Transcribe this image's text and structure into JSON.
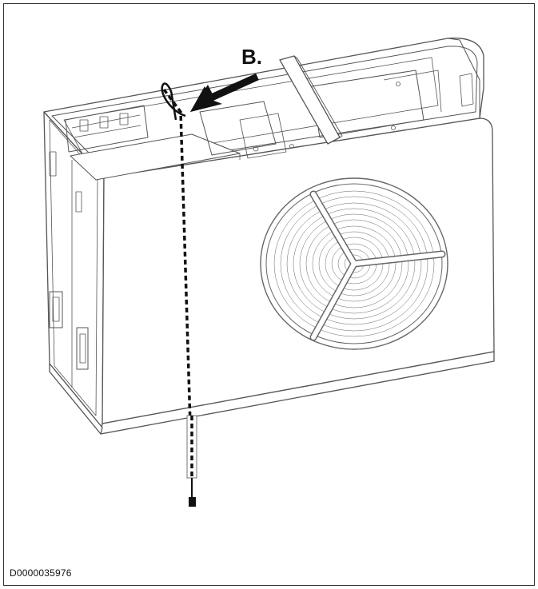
{
  "figure": {
    "callout_label": "B.",
    "document_id": "D0000035976",
    "colors": {
      "line": "#555555",
      "arrow": "#111111",
      "cable": "#111111",
      "fill": "#ffffff"
    },
    "subject": "outdoor-heat-pump-unit"
  }
}
